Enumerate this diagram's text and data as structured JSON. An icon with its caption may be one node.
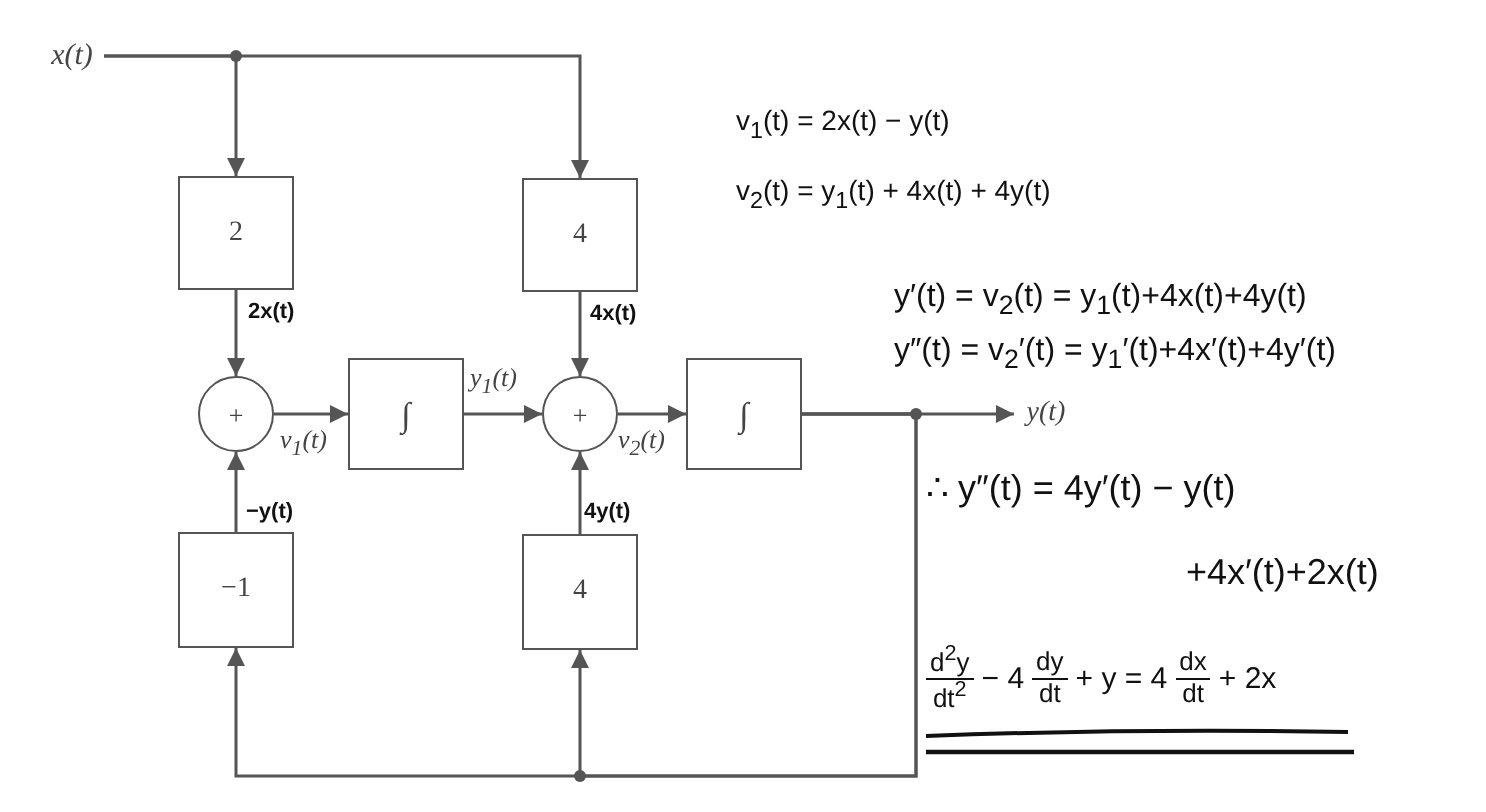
{
  "diagram": {
    "nodes": [
      {
        "text": [
          "x(t)"
        ]
      },
      {
        "text": [
          "2"
        ]
      },
      {
        "text": [
          "4"
        ]
      },
      {
        "text": [
          "+"
        ]
      },
      {
        "text": [
          "∫"
        ]
      },
      {
        "text": [
          "+"
        ]
      },
      {
        "text": [
          "∫"
        ]
      },
      {
        "text": [
          "y(t)"
        ]
      },
      {
        "text": [
          "−1"
        ]
      },
      {
        "text": [
          "4"
        ]
      }
    ],
    "edges": [
      {
        "from": 0,
        "to": 1,
        "arrow": "to"
      },
      {
        "from": 0,
        "to": 2,
        "arrow": "to"
      },
      {
        "from": 1,
        "to": 3,
        "arrow": "to",
        "label": "2x(t)"
      },
      {
        "from": 8,
        "to": 3,
        "arrow": "to",
        "label": "−y(t)"
      },
      {
        "from": 3,
        "to": 4,
        "arrow": "to",
        "label": "v$_{1}$(t)"
      },
      {
        "from": 4,
        "to": 5,
        "arrow": "to",
        "label": "y$_{1}$(t)"
      },
      {
        "from": 2,
        "to": 5,
        "arrow": "to",
        "label": "4x(t)"
      },
      {
        "from": 9,
        "to": 5,
        "arrow": "to",
        "label": "4y(t)"
      },
      {
        "from": 5,
        "to": 6,
        "arrow": "to",
        "label": "v$_{2}$(t)"
      },
      {
        "from": 6,
        "to": 7,
        "arrow": "to"
      },
      {
        "from": 6,
        "to": 8,
        "arrow": "to"
      },
      {
        "from": 6,
        "to": 9,
        "arrow": "to"
      }
    ],
    "labels": [
      "v$_{1}$(t) = 2x(t) − y(t)",
      "v$_{2}$(t) = y$_{1}$(t) + 4x(t) + 4y(t)",
      "y′(t) = v$_{2}$(t) = y$_{1}$(t)+4x(t)+4y(t)",
      "y″(t) = v$_{2}$′(t) = y$_{1}$′(t)+4x′(t)+4y′(t)",
      "∴ y″(t) = 4y′(t) − y(t)",
      "+4x′(t)+2x(t)",
      "d$^{2}$y",
      "dt$^{2}$",
      "− 4",
      "dy",
      "dt",
      "+ y = 4",
      "dx",
      "dt",
      "+ 2x"
    ]
  }
}
